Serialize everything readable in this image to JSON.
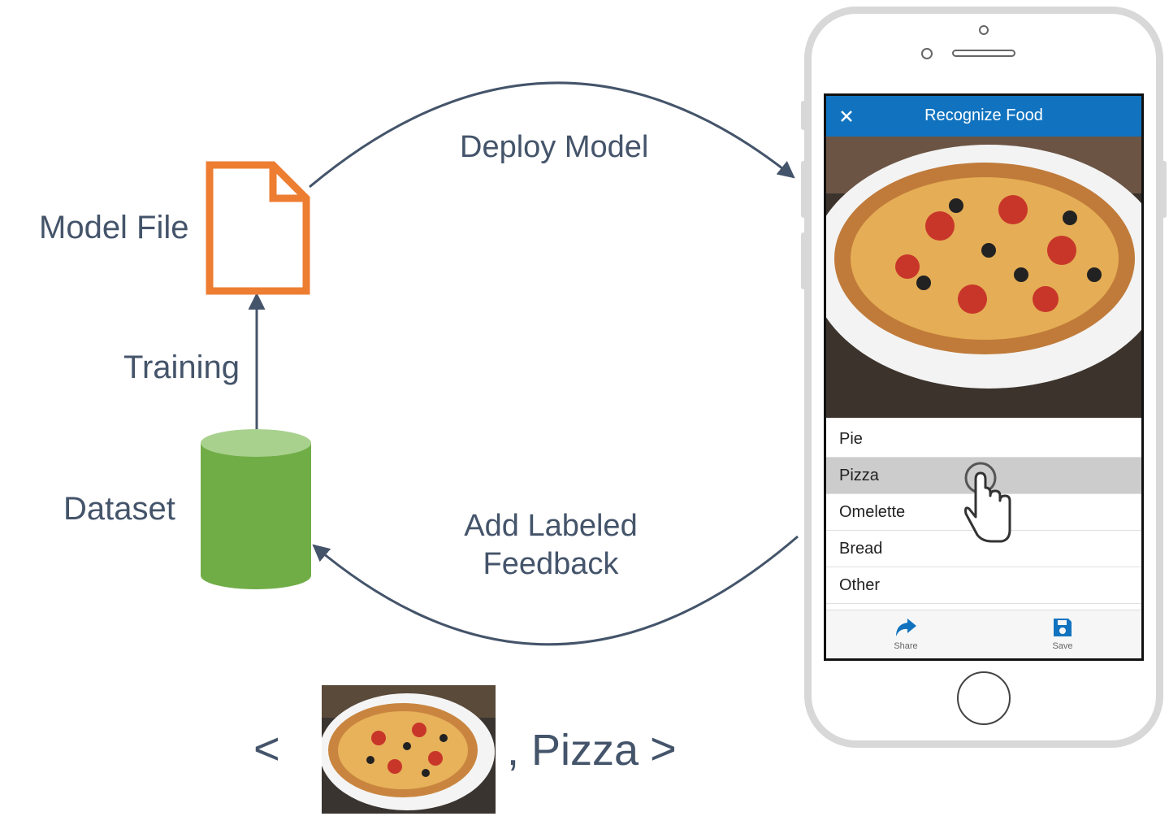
{
  "diagram": {
    "model_file_label": "Model File",
    "training_label": "Training",
    "dataset_label": "Dataset",
    "deploy_label": "Deploy Model",
    "feedback_label": "Add Labeled Feedback",
    "tuple_open": "<",
    "tuple_label": ", Pizza",
    "tuple_close": ">"
  },
  "colors": {
    "arrow": "#44546a",
    "model_file": "#ed7d31",
    "dataset": "#70ad47",
    "dataset_top": "#a9d18e",
    "app_bar": "#1173bf",
    "selected_row": "#cccccc"
  },
  "app": {
    "title": "Recognize Food",
    "close_icon": "close-icon",
    "choices": [
      {
        "label": "Pie",
        "selected": false
      },
      {
        "label": "Pizza",
        "selected": true
      },
      {
        "label": "Omelette",
        "selected": false
      },
      {
        "label": "Bread",
        "selected": false
      },
      {
        "label": "Other",
        "selected": false
      }
    ],
    "toolbar": {
      "share_label": "Share",
      "save_label": "Save"
    }
  }
}
